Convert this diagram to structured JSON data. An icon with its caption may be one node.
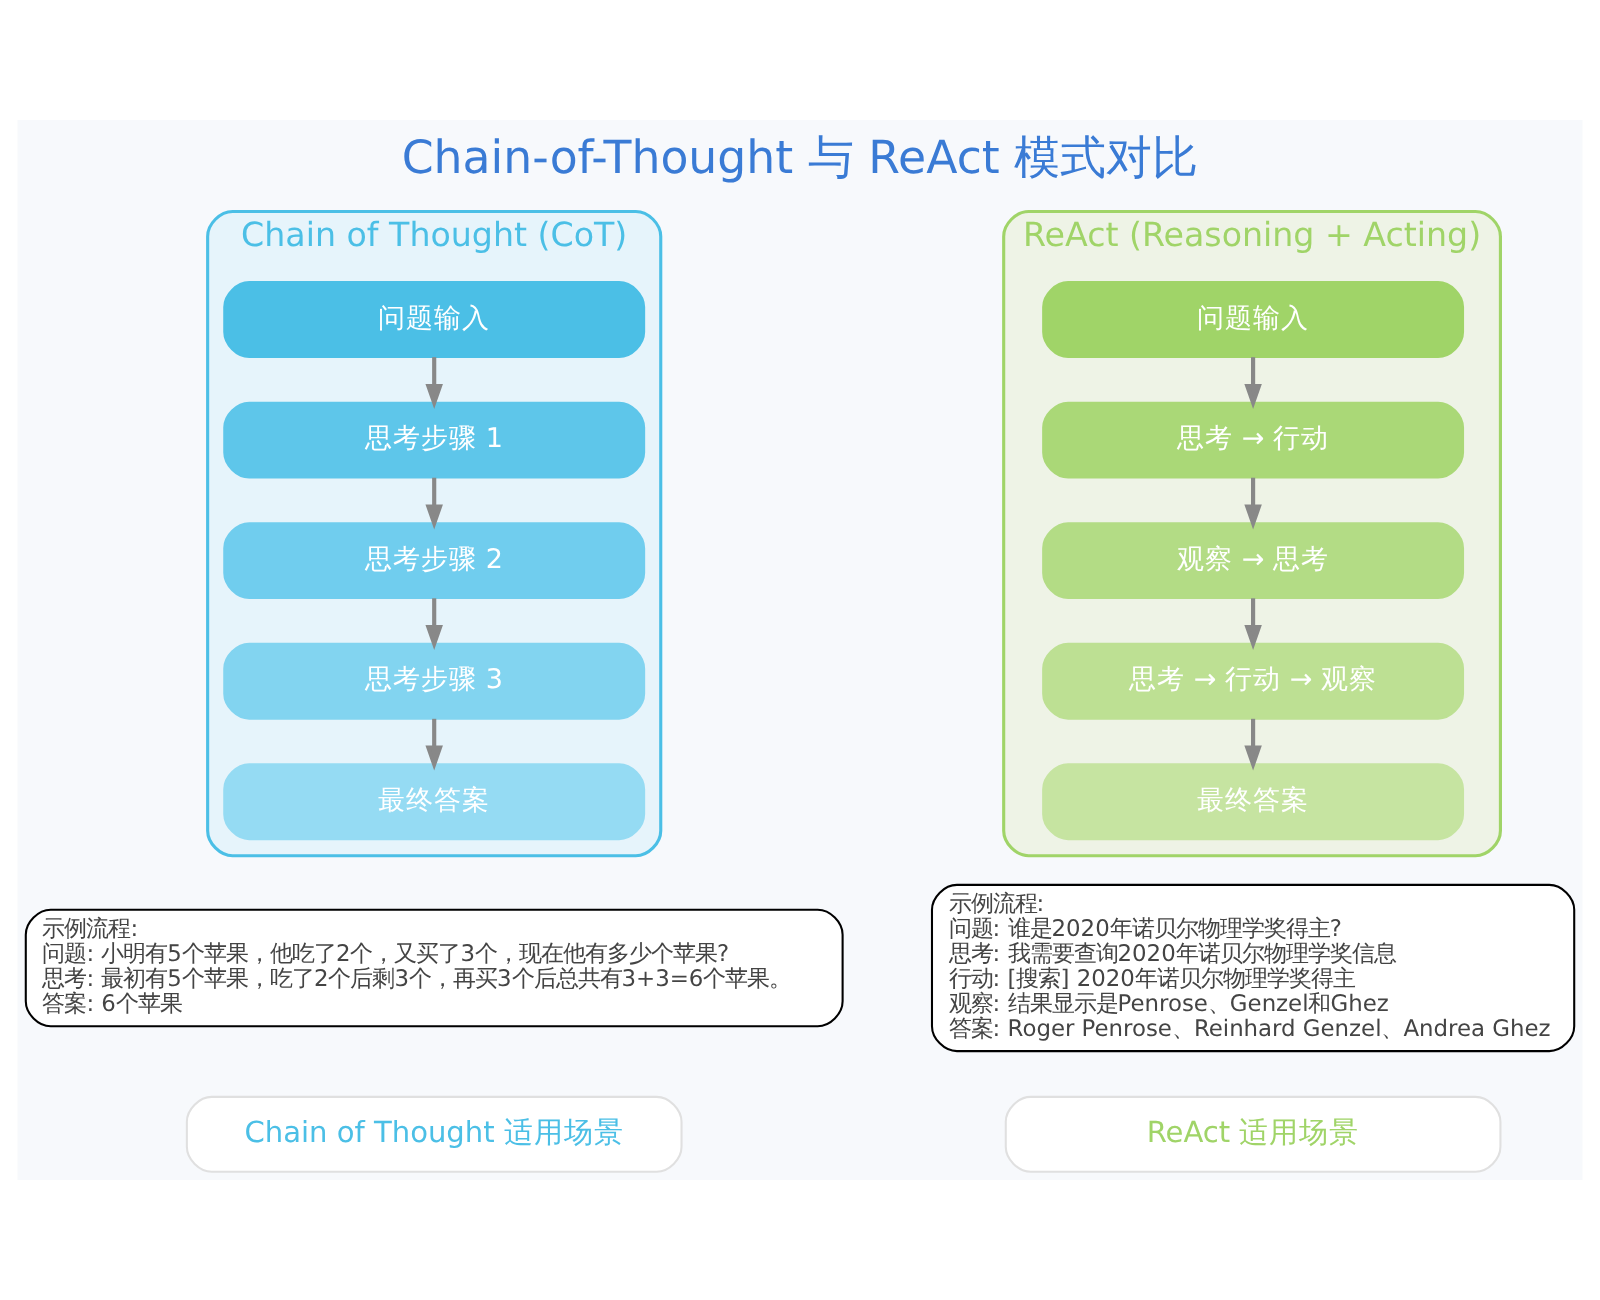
{
  "diagram": {
    "title": "Chain-of-Thought 与 ReAct 模式对比",
    "nodes": [
      {
        "text": [
          "Chain of Thought (CoT)"
        ]
      },
      {
        "text": [
          "问题输入"
        ],
        "in": 0
      },
      {
        "text": [
          "思考步骤 1"
        ],
        "in": 0
      },
      {
        "text": [
          "思考步骤 2"
        ],
        "in": 0
      },
      {
        "text": [
          "思考步骤 3"
        ],
        "in": 0
      },
      {
        "text": [
          "最终答案"
        ],
        "in": 0
      },
      {
        "text": [
          "示例流程:",
          "问题: 小明有5个苹果，他吃了2个，又买了3个，现在他有多少个苹果?",
          "思考: 最初有5个苹果，吃了2个后剩3个，再买3个后总共有3+3=6个苹果。",
          "答案: 6个苹果"
        ]
      },
      {
        "text": [
          "ReAct (Reasoning + Acting)"
        ]
      },
      {
        "text": [
          "问题输入"
        ],
        "in": 7
      },
      {
        "text": [
          "思考 → 行动"
        ],
        "in": 7
      },
      {
        "text": [
          "观察 → 思考"
        ],
        "in": 7
      },
      {
        "text": [
          "思考 → 行动 → 观察"
        ],
        "in": 7
      },
      {
        "text": [
          "最终答案"
        ],
        "in": 7
      },
      {
        "text": [
          "示例流程:",
          "问题: 谁是2020年诺贝尔物理学奖得主?",
          "思考: 我需要查询2020年诺贝尔物理学奖信息",
          "行动: [搜索] 2020年诺贝尔物理学奖得主",
          "观察: 结果显示是Penrose、Genzel和Ghez",
          "答案: Roger Penrose、Reinhard Genzel、Andrea Ghez"
        ]
      },
      {
        "text": [
          "Chain of Thought 适用场景"
        ]
      },
      {
        "text": [
          "ReAct 适用场景"
        ]
      }
    ],
    "edges": [
      {
        "from": 1,
        "to": 2,
        "arrow": "to"
      },
      {
        "from": 2,
        "to": 3,
        "arrow": "to"
      },
      {
        "from": 3,
        "to": 4,
        "arrow": "to"
      },
      {
        "from": 4,
        "to": 5,
        "arrow": "to"
      },
      {
        "from": 8,
        "to": 9,
        "arrow": "to"
      },
      {
        "from": 9,
        "to": 10,
        "arrow": "to"
      },
      {
        "from": 10,
        "to": 11,
        "arrow": "to"
      },
      {
        "from": 11,
        "to": 12,
        "arrow": "to"
      }
    ]
  }
}
